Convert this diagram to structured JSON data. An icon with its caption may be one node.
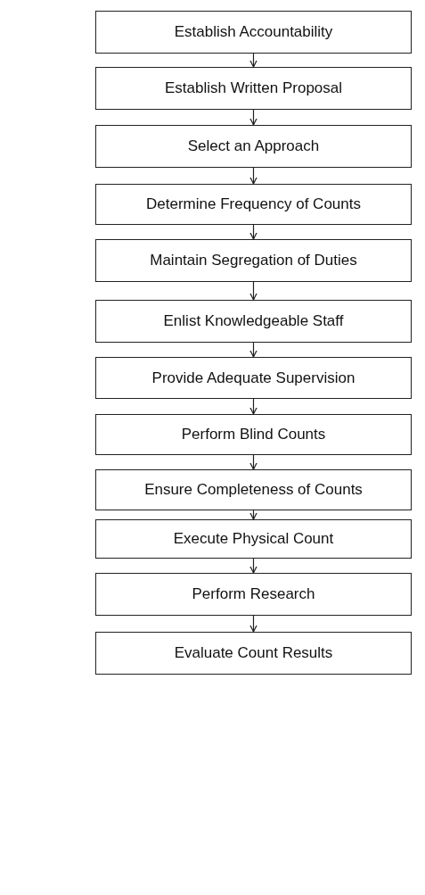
{
  "diagram": {
    "nodes": [
      {
        "text": [
          "Establish Accountability"
        ]
      },
      {
        "text": [
          "Establish Written Proposal"
        ]
      },
      {
        "text": [
          "Select an Approach"
        ]
      },
      {
        "text": [
          "Determine Frequency of Counts"
        ]
      },
      {
        "text": [
          "Maintain Segregation of Duties"
        ]
      },
      {
        "text": [
          "Enlist Knowledgeable Staff"
        ]
      },
      {
        "text": [
          "Provide Adequate Supervision"
        ]
      },
      {
        "text": [
          "Perform Blind Counts"
        ]
      },
      {
        "text": [
          "Ensure Completeness of Counts"
        ]
      },
      {
        "text": [
          "Execute Physical Count"
        ]
      },
      {
        "text": [
          "Perform Research"
        ]
      },
      {
        "text": [
          "Evaluate Count Results"
        ]
      }
    ],
    "edges": [
      {
        "from": 0,
        "to": 1,
        "arrow": "to"
      },
      {
        "from": 1,
        "to": 2,
        "arrow": "to"
      },
      {
        "from": 2,
        "to": 3,
        "arrow": "to"
      },
      {
        "from": 3,
        "to": 4,
        "arrow": "to"
      },
      {
        "from": 4,
        "to": 5,
        "arrow": "to"
      },
      {
        "from": 5,
        "to": 6,
        "arrow": "to"
      },
      {
        "from": 6,
        "to": 7,
        "arrow": "to"
      },
      {
        "from": 7,
        "to": 8,
        "arrow": "to"
      },
      {
        "from": 8,
        "to": 9,
        "arrow": "to"
      },
      {
        "from": 9,
        "to": 10,
        "arrow": "to"
      },
      {
        "from": 10,
        "to": 11,
        "arrow": "to"
      }
    ]
  }
}
